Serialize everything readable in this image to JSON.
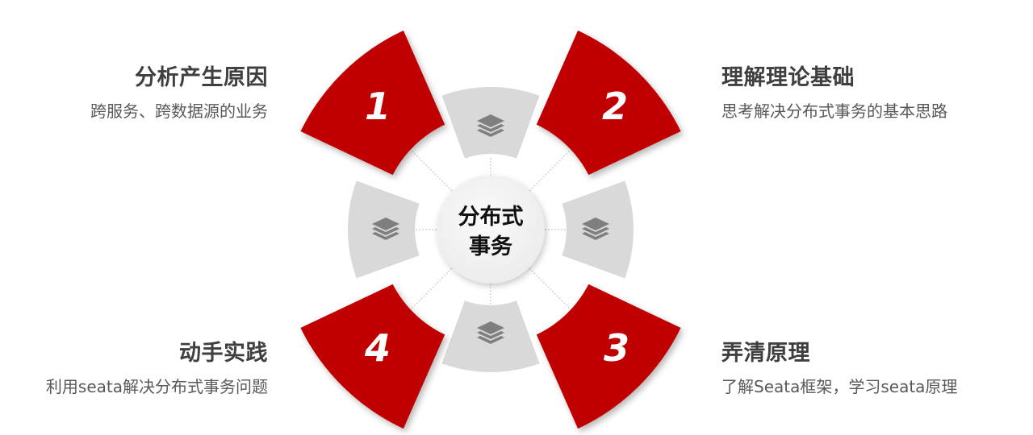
{
  "center": {
    "line1": "分布式",
    "line2": "事务"
  },
  "steps": [
    {
      "number": "1",
      "title": "分析产生原因",
      "description": "跨服务、跨数据源的业务",
      "position": "top-left"
    },
    {
      "number": "2",
      "title": "理解理论基础",
      "description": "思考解决分布式事务的基本思路",
      "position": "top-right"
    },
    {
      "number": "3",
      "title": "弄清原理",
      "description": "了解Seata框架，学习seata原理",
      "position": "bottom-right"
    },
    {
      "number": "4",
      "title": "动手实践",
      "description": "利用seata解决分布式事务问题",
      "position": "bottom-left"
    }
  ],
  "connector_icons": [
    {
      "icon": "layers-icon",
      "position": "top"
    },
    {
      "icon": "layers-icon",
      "position": "right"
    },
    {
      "icon": "layers-icon",
      "position": "bottom"
    },
    {
      "icon": "layers-icon",
      "position": "left"
    }
  ],
  "colors": {
    "accent_red": "#C00000",
    "segment_gray": "#D9D9D9",
    "icon_gray": "#7F7F7F",
    "center_fill": "#F2F2F2",
    "title_text": "#3F3F3F",
    "desc_text": "#595959"
  }
}
